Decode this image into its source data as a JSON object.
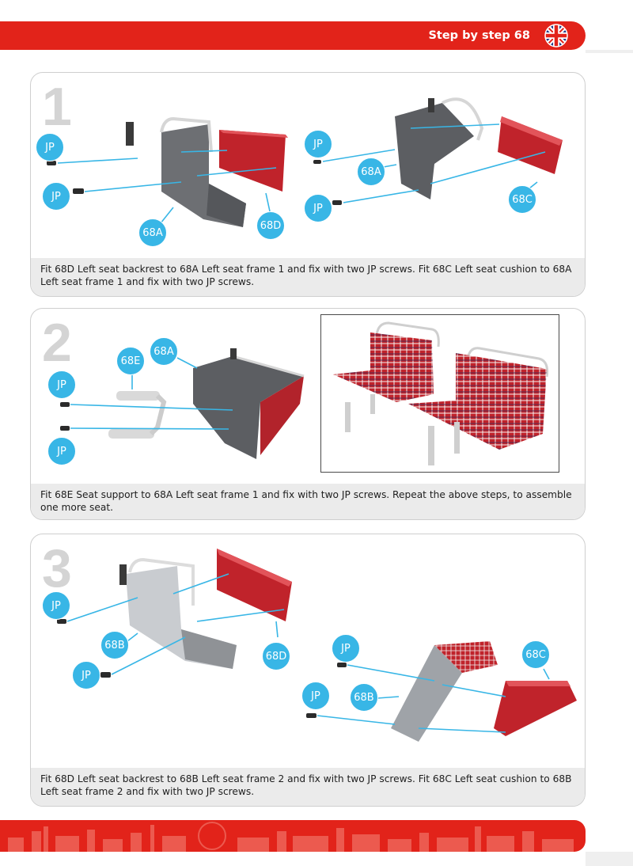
{
  "header": {
    "title": "Step by step 68",
    "flag_icon": "uk-flag-icon",
    "color": "#e2231a"
  },
  "label_color": "#38b6e6",
  "steps": [
    {
      "number": "1",
      "caption": "Fit 68D Left seat backrest to 68A Left seat frame 1 and fix with two JP screws. Fit 68C Left seat cushion to 68A Left seat frame 1 and fix with two JP screws.",
      "labels": [
        "JP",
        "JP",
        "68A",
        "68D",
        "JP",
        "68A",
        "JP",
        "68C"
      ]
    },
    {
      "number": "2",
      "caption": "Fit 68E Seat support to 68A Left seat frame 1 and fix with two JP screws. Repeat the above steps, to assemble one more seat.",
      "labels": [
        "68E",
        "68A",
        "JP",
        "JP"
      ]
    },
    {
      "number": "3",
      "caption": "Fit 68D Left seat backrest to 68B Left seat frame 2 and fix with two JP screws. Fit 68C Left seat cushion to 68B Left seat frame 2 and fix with two JP screws.",
      "labels": [
        "JP",
        "68B",
        "JP",
        "68D",
        "JP",
        "68C",
        "JP",
        "68B"
      ]
    }
  ]
}
